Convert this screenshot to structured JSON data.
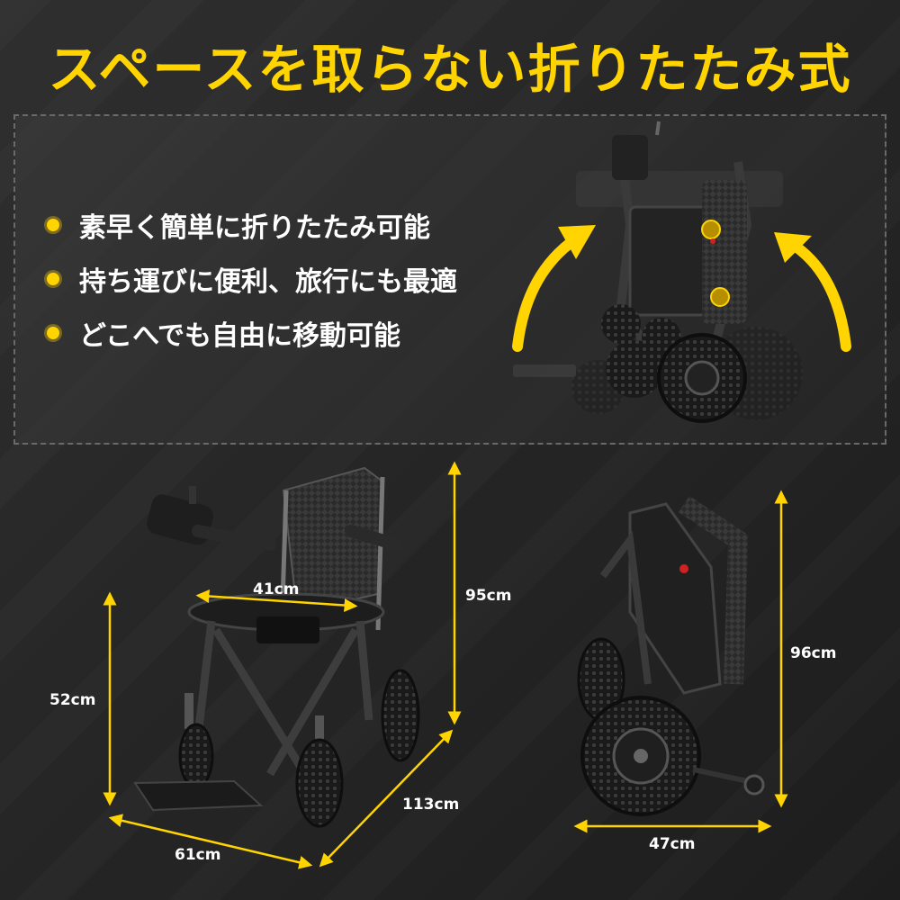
{
  "title": "スペースを取らない折りたたみ式",
  "features": [
    "素早く簡単に折りたたみ可能",
    "持ち運びに便利、旅行にも最適",
    "どこへでも自由に移動可能"
  ],
  "dimensions": {
    "seat_width": "41cm",
    "unfolded_height": "95cm",
    "seat_height": "52cm",
    "unfolded_length": "113cm",
    "unfolded_width": "61cm",
    "folded_height": "96cm",
    "folded_width": "47cm"
  },
  "colors": {
    "accent": "#ffd400",
    "background": "#262626",
    "text": "#ffffff"
  }
}
